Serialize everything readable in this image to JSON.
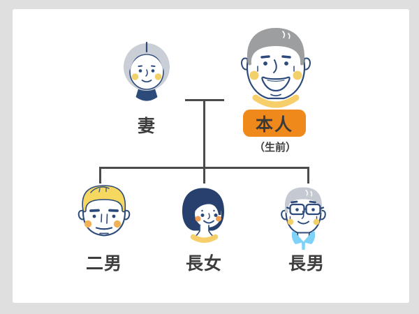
{
  "panel": {
    "frame_background": "#dfdfdf",
    "background": "#ffffff"
  },
  "tree": {
    "line_color": "#4b4b4b"
  },
  "people": {
    "wife": {
      "label": "妻"
    },
    "principal": {
      "label": "本人",
      "sublabel": "（生前）",
      "badge_color": "#f0891c"
    },
    "second_son": {
      "label": "二男"
    },
    "eldest_daughter": {
      "label": "長女"
    },
    "eldest_son": {
      "label": "長男"
    }
  },
  "illustration_colors": {
    "navy_outline": "#2c4a7a",
    "wife_hair_gray": "#c9ced7",
    "principal_hair_gray": "#9d9ea0",
    "second_son_hair_blond": "#f6d75f",
    "eldest_daughter_hair_navy": "#27406d",
    "eldest_son_hair_gray": "#c5cad2",
    "cheek_yellow": "#f2d06a",
    "cheek_orange": "#f0a959",
    "collar_yellow": "#f6cf6a",
    "collar_light_blue": "#7ed1f7",
    "label_text": "#3d3d3d"
  }
}
